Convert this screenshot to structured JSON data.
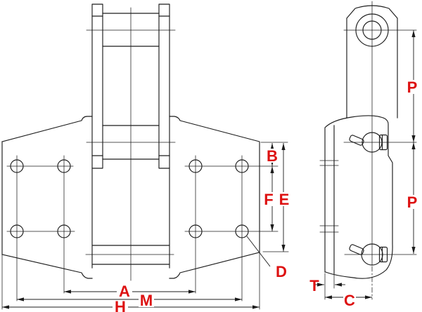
{
  "drawing": {
    "kind": "chain attachment engineering drawing, front view and side view"
  },
  "labels": {
    "A": "A",
    "B": "B",
    "C": "C",
    "D": "D",
    "E": "E",
    "F": "F",
    "H": "H",
    "M": "M",
    "P": "P",
    "T": "T"
  },
  "colors": {
    "dimension_label": "#dd1111",
    "line": "#1c1c1c",
    "background": "#ffffff"
  }
}
